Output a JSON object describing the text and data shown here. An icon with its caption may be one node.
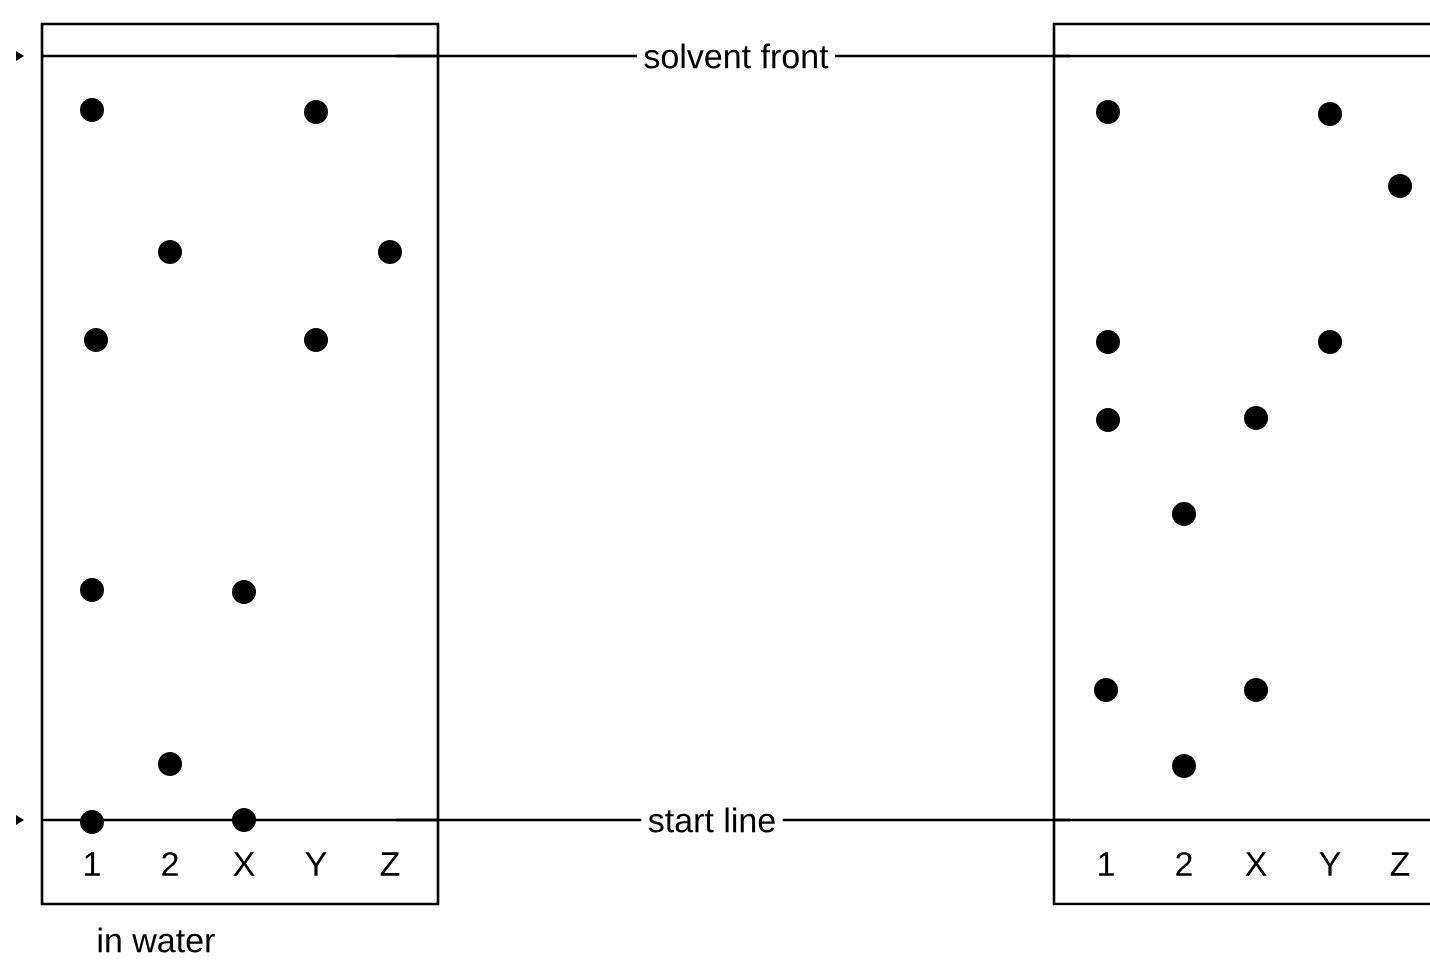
{
  "diagram": {
    "nodes": [
      {
        "text": [],
        "shape": "box",
        "beside": [
          "in water"
        ]
      },
      {
        "text": [],
        "shape": "box"
      },
      {
        "text": [
          "solvent front"
        ]
      },
      {
        "text": [
          "start line"
        ]
      }
    ],
    "edges": [
      {
        "from": 2,
        "to": 0,
        "arrow": "none"
      },
      {
        "from": 2,
        "to": 1,
        "arrow": "none"
      },
      {
        "from": 3,
        "to": 0,
        "arrow": "none"
      },
      {
        "from": 3,
        "to": 1,
        "arrow": "none"
      }
    ],
    "labels": [
      "1",
      "2",
      "X",
      "Y",
      "Z",
      "1",
      "2",
      "X",
      "Y",
      "Z"
    ]
  }
}
